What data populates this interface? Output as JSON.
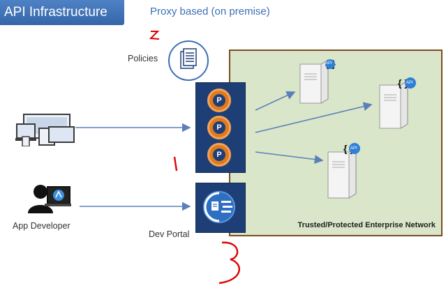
{
  "header": {
    "title": "API Infrastructure",
    "subtitle": "Proxy based (on premise)"
  },
  "labels": {
    "policies": "Policies",
    "app_developer": "App Developer",
    "dev_portal": "Dev Portal",
    "network": "Trusted/Protected Enterprise Network",
    "api_badge": "API"
  },
  "proxy_badges": [
    "P",
    "P",
    "P"
  ],
  "annotations": [
    "2.",
    "1.",
    "3"
  ],
  "colors": {
    "title_bg": "#3b6fb6",
    "network_fill": "#d9e6c9",
    "network_border": "#7d4b1e",
    "proxy_fill": "#1e3f75",
    "badge_orange": "#e07a1f",
    "arrow": "#5a80b8",
    "annotation_red": "#e00000"
  }
}
